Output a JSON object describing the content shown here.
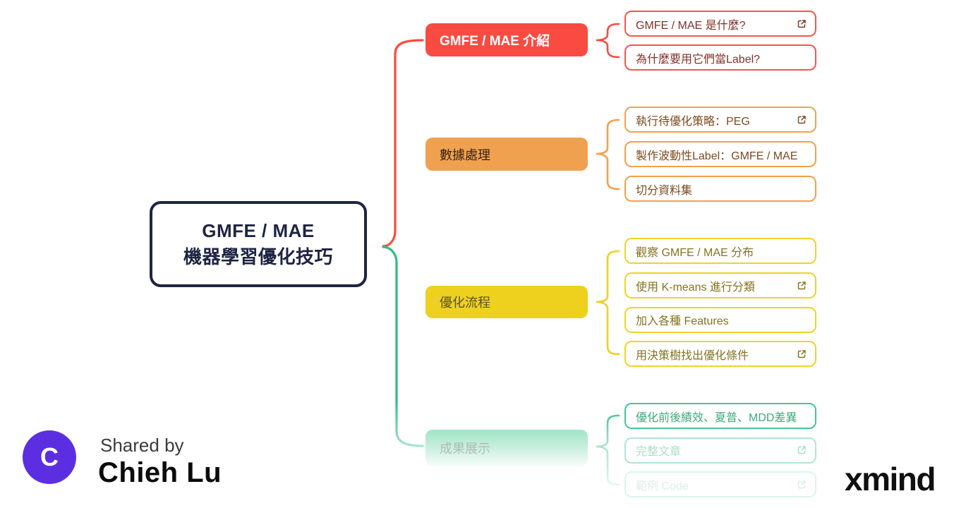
{
  "central_topic": {
    "line1": "GMFE / MAE",
    "line2": "機器學習優化技巧",
    "border_color": "#1E2443"
  },
  "branches": [
    {
      "label": "GMFE / MAE 介紹",
      "color": "#FA4B42",
      "child_text_color": "#823229",
      "children": [
        {
          "label": "GMFE / MAE 是什麼?",
          "has_link": true
        },
        {
          "label": "為什麼要用它們當Label?",
          "has_link": false
        }
      ]
    },
    {
      "label": "數據處理",
      "color": "#F0A150",
      "child_text_color": "#7C4B20",
      "children": [
        {
          "label": "執行待優化策略：PEG",
          "has_link": true
        },
        {
          "label": "製作波動性Label：GMFE / MAE",
          "has_link": false
        },
        {
          "label": "切分資料集",
          "has_link": false
        }
      ]
    },
    {
      "label": "優化流程",
      "color": "#EDD11E",
      "child_text_color": "#857320",
      "children": [
        {
          "label": "觀察 GMFE / MAE 分布",
          "has_link": false
        },
        {
          "label": "使用 K-means 進行分類",
          "has_link": true
        },
        {
          "label": "加入各種 Features",
          "has_link": false
        },
        {
          "label": "用決策樹找出優化條件",
          "has_link": true
        }
      ]
    },
    {
      "label": "成果展示",
      "color": "#45C693",
      "child_text_color": "#3FAA7E",
      "children": [
        {
          "label": "優化前後績效、夏普、MDD差異",
          "has_link": false
        },
        {
          "label": "完整文章",
          "has_link": true
        },
        {
          "label": "範例 Code",
          "has_link": true
        }
      ]
    }
  ],
  "footer": {
    "shared_by_label": "Shared by",
    "author_name": "Chieh Lu",
    "avatar_letter": "C",
    "avatar_color": "#5B2FE1",
    "brand_logo": "xmind"
  }
}
